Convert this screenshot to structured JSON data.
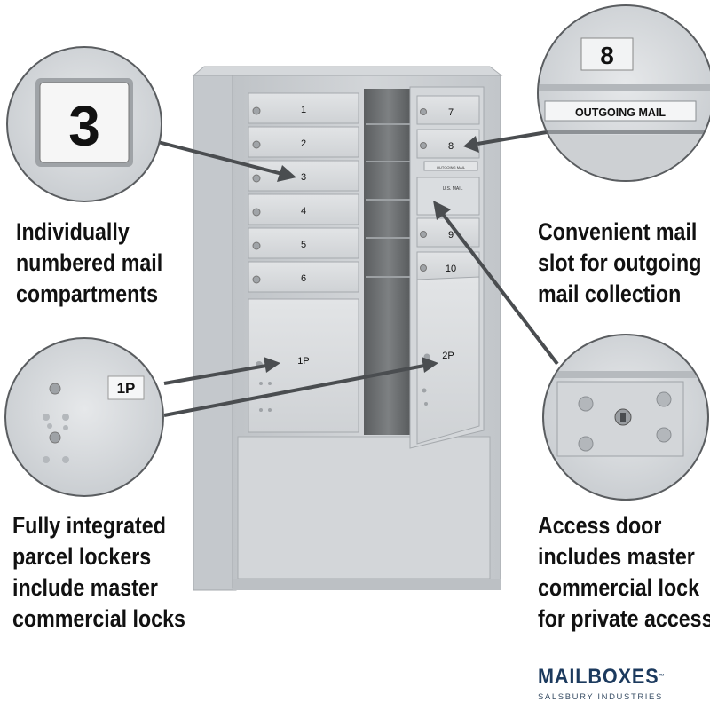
{
  "callouts": {
    "number_badge": "3",
    "slot_number": "8",
    "slot_label": "OUTGOING MAIL",
    "parcel_badge": "1P"
  },
  "captions": {
    "left_top": [
      "Individually",
      "numbered mail",
      "compartments"
    ],
    "right_top": [
      "Convenient mail",
      "slot for outgoing",
      "mail collection"
    ],
    "left_bottom": [
      "Fully integrated",
      "parcel lockers",
      "include master",
      "commercial locks"
    ],
    "right_bottom": [
      "Access door",
      "includes master",
      "commercial lock",
      "for private access"
    ]
  },
  "mailbox": {
    "left_doors": [
      "1",
      "2",
      "3",
      "4",
      "5",
      "6"
    ],
    "right_doors": [
      "7",
      "8",
      "9",
      "10"
    ],
    "parcel_left": "1P",
    "parcel_right": "2P",
    "slot_label": "OUTGOING MAIL",
    "usmail_label": "U.S. MAIL"
  },
  "brand": {
    "name": "MAILBOXES",
    "tm": "™",
    "subtitle": "SALSBURY INDUSTRIES"
  },
  "colors": {
    "cabinet": "#c9cdd1",
    "panel": "#d8dbde",
    "text": "#111111",
    "brand": "#1c3a5e"
  }
}
